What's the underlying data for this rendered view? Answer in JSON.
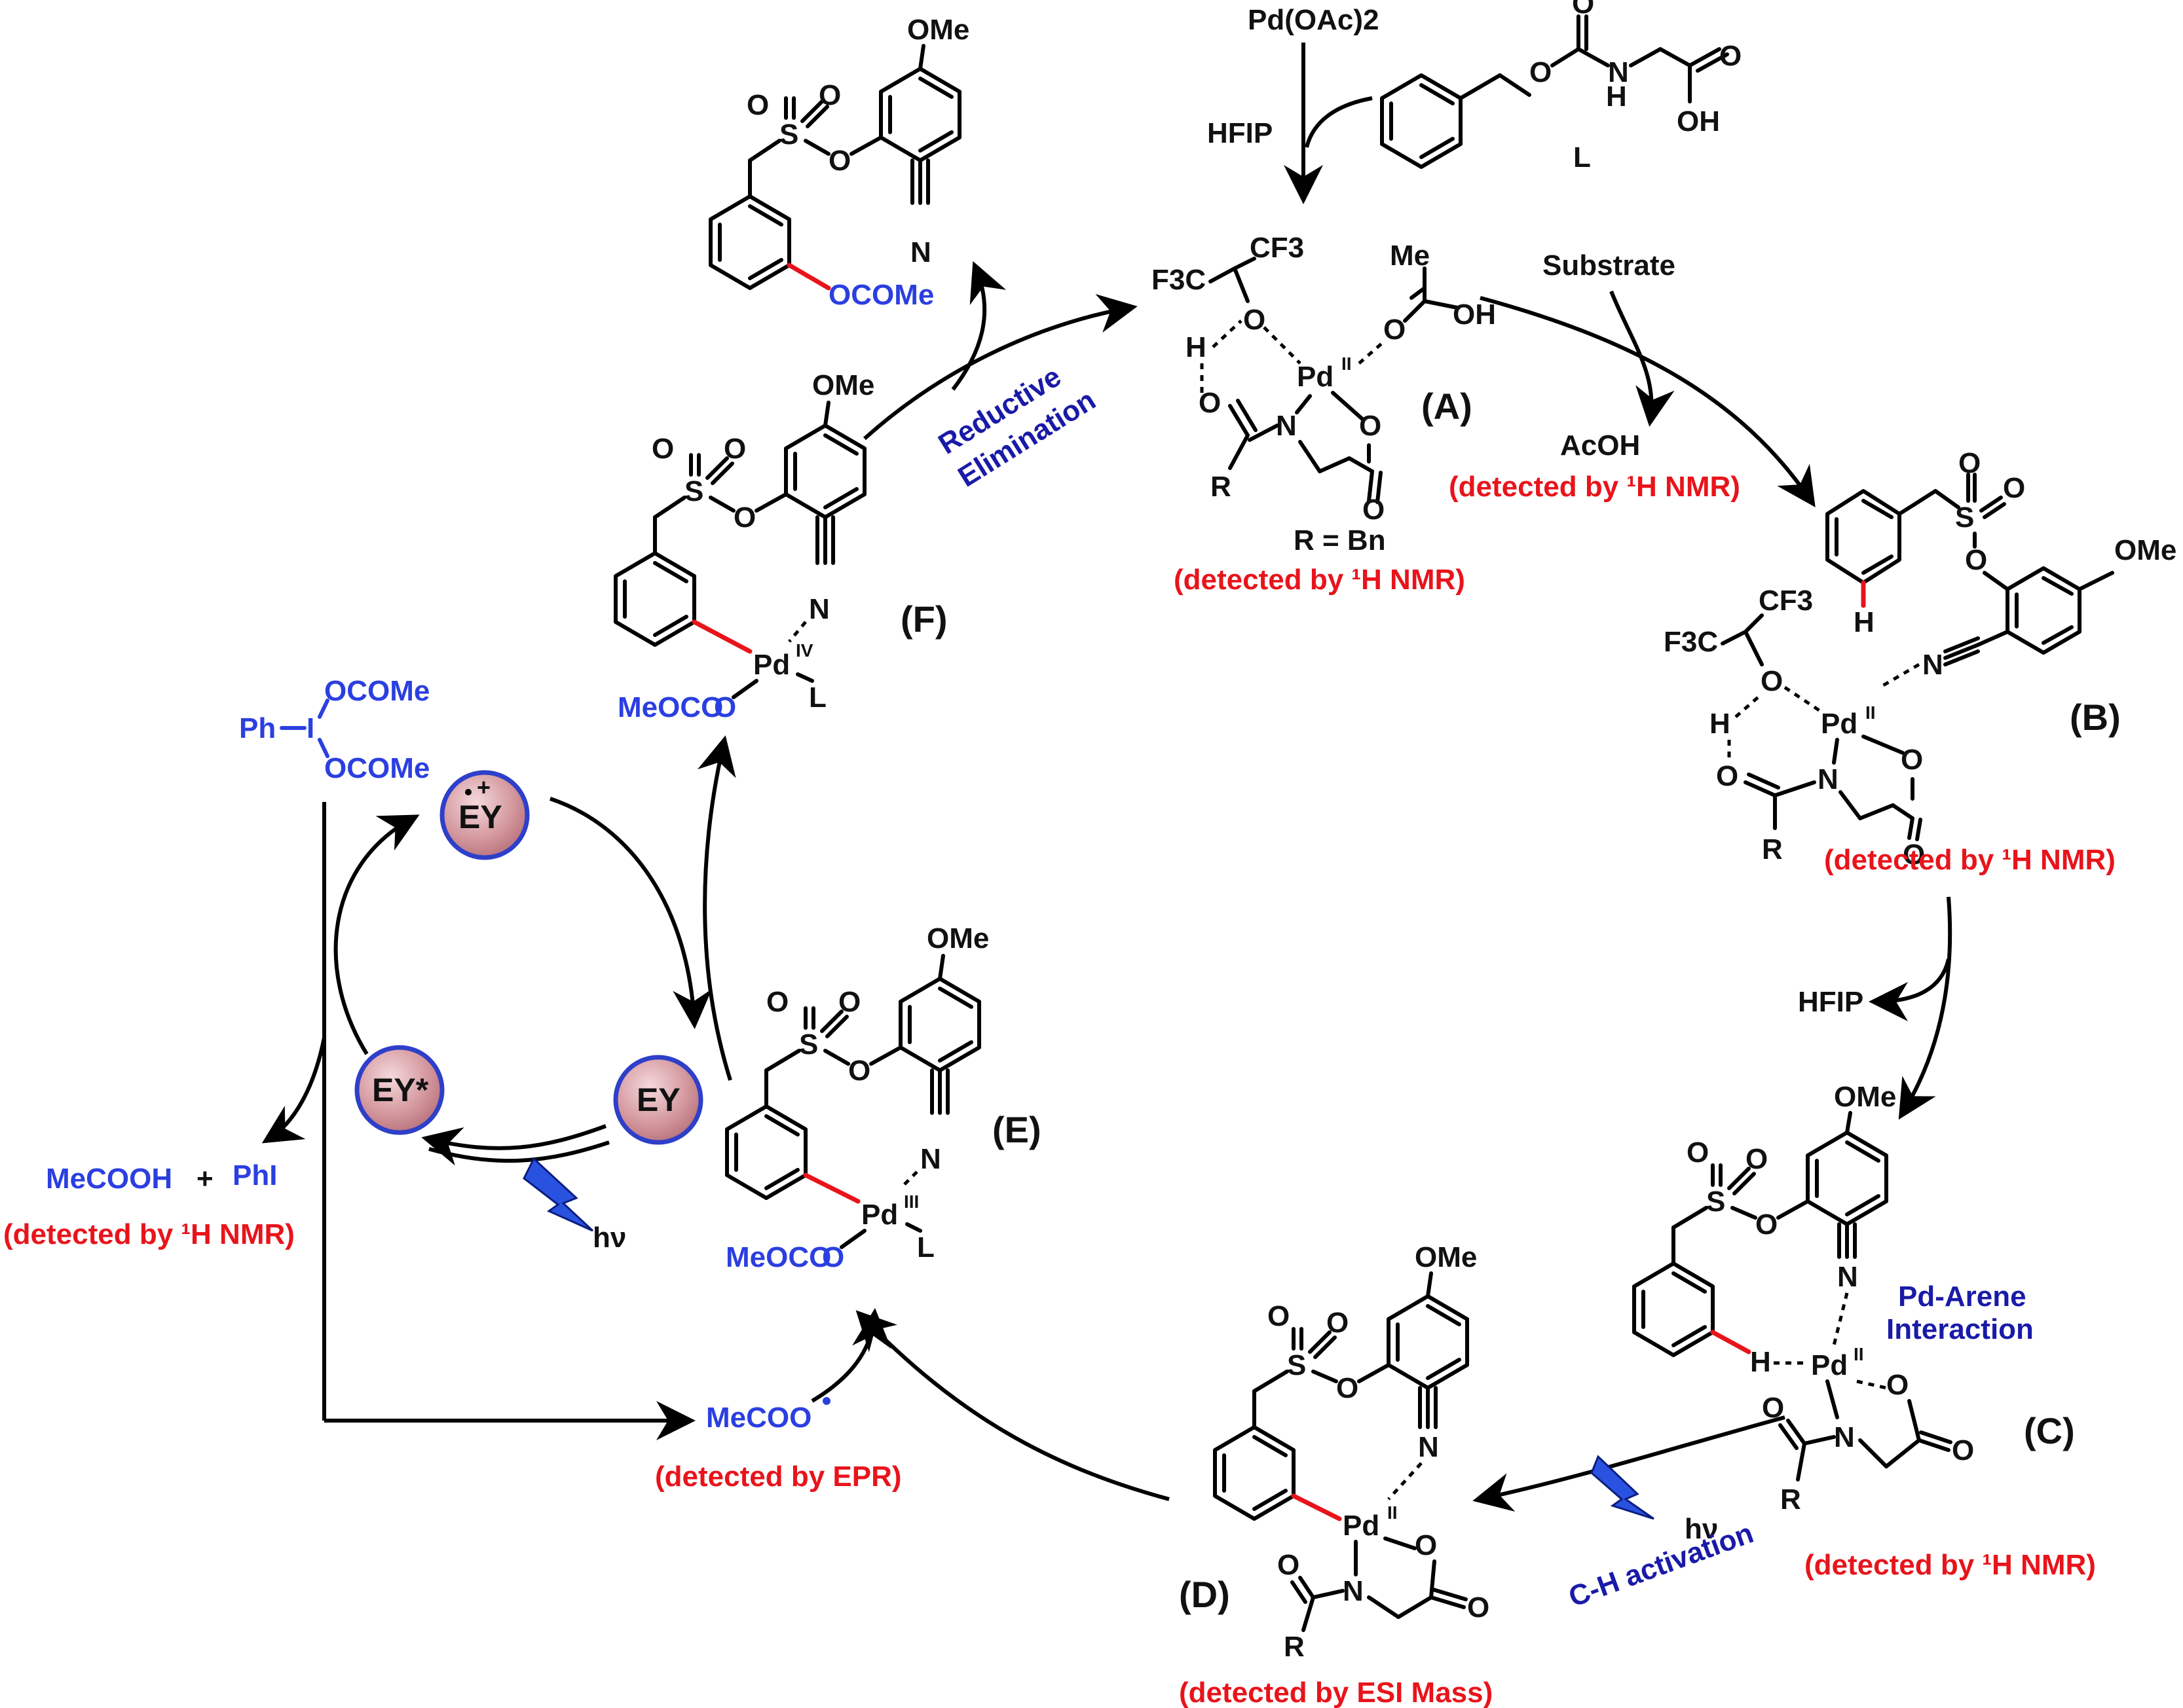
{
  "top": {
    "pd_oac2": "Pd(OAc)2",
    "hfip": "HFIP",
    "ligand_L": "L",
    "ligand_O": "O",
    "ligand_NH": "H",
    "ligand_N": "N",
    "ligand_OH": "OH",
    "ligand_O2": "O",
    "ligand_O3": "O",
    "substrate": "Substrate",
    "acoh": "AcOH",
    "acoh_detect": "(detected by ¹H NMR)"
  },
  "complex_A": {
    "label": "(A)",
    "cf3": "CF3",
    "f3c": "F3C",
    "o1": "O",
    "h": "H",
    "me": "Me",
    "oh": "OH",
    "o2": "O",
    "pd": "Pd",
    "pd_ox": "II",
    "o3": "O",
    "n": "N",
    "o4": "O",
    "r": "R",
    "o5": "O",
    "r_def": "R = Bn",
    "detect": "(detected by ¹H NMR)"
  },
  "complex_B": {
    "label": "(B)",
    "s": "S",
    "o1": "O",
    "o2": "O",
    "o3": "O",
    "ome": "OMe",
    "h": "H",
    "cf3": "CF3",
    "f3c": "F3C",
    "o4": "O",
    "n_nitrile": "N",
    "h2": "H",
    "pd": "Pd",
    "pd_ox": "II",
    "o5": "O",
    "n": "N",
    "o6": "O",
    "o7": "O",
    "r": "R",
    "detect": "(detected by ¹H NMR)"
  },
  "step_BC": {
    "hfip": "HFIP"
  },
  "complex_C": {
    "label": "(C)",
    "ome": "OMe",
    "s": "S",
    "o1": "O",
    "o2": "O",
    "o3": "O",
    "n_nitrile": "N",
    "interaction": [
      "Pd-Arene",
      "Interaction"
    ],
    "h": "H",
    "pd": "Pd",
    "pd_ox": "II",
    "o4": "O",
    "o5": "O",
    "n": "N",
    "o6": "O",
    "r": "R",
    "detect": "(detected by ¹H NMR)"
  },
  "step_CD": {
    "hv": "hν",
    "label": "C-H activation"
  },
  "complex_D": {
    "label": "(D)",
    "ome": "OMe",
    "s": "S",
    "o1": "O",
    "o2": "O",
    "o3": "O",
    "n_nitrile": "N",
    "pd": "Pd",
    "pd_ox": "II",
    "o4": "O",
    "o5": "O",
    "n": "N",
    "o6": "O",
    "r": "R",
    "detect": "(detected by ESI Mass)"
  },
  "complex_E": {
    "label": "(E)",
    "ome": "OMe",
    "s": "S",
    "o1": "O",
    "o2": "O",
    "o3": "O",
    "n_nitrile": "N",
    "pd": "Pd",
    "pd_ox": "III",
    "l": "L",
    "meoco": "MeOCO",
    "meocoo_o": "O"
  },
  "complex_F": {
    "label": "(F)",
    "ome": "OMe",
    "s": "S",
    "o1": "O",
    "o2": "O",
    "o3": "O",
    "n_nitrile": "N",
    "pd": "Pd",
    "pd_ox": "IV",
    "l": "L",
    "meoco": "MeOCO",
    "meocoo_o": "O"
  },
  "reductive_elimination": [
    "Reductive",
    "Elimination"
  ],
  "product": {
    "ome": "OMe",
    "s": "S",
    "o1": "O",
    "o2": "O",
    "o3": "O",
    "n_nitrile": "N",
    "ocome": "OCOMe"
  },
  "photocycle": {
    "ph": "Ph",
    "i": "I",
    "ocome1": "OCOMe",
    "ocome2": "OCOMe",
    "ey_radical_cation": "EY",
    "ey_star": "EY*",
    "ey": "EY",
    "hv": "hν",
    "mecooh": "MeCOOH",
    "plus": "+",
    "phi": "PhI",
    "mecooh_detect": "(detected by ¹H NMR)",
    "mecoo_radical": "MeCOO",
    "mecoo_detect": "(detected by EPR)"
  },
  "colors": {
    "red": "#e8141b",
    "blue": "#2b3fe0",
    "navy": "#1a1aa8",
    "ey_fill": "#c98a90",
    "ey_ring": "#2e3fc9",
    "ey_text": "#7a1020"
  }
}
